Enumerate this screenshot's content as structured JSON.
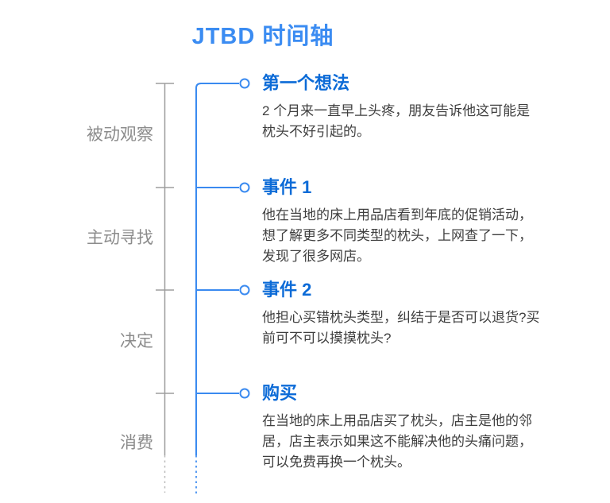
{
  "title": "JTBD 时间轴",
  "colors": {
    "title_blue": "#3b8cf2",
    "spine_blue": "#3a8af0",
    "event_title_blue": "#0c6bd7",
    "axis_gray": "#9d9d9d",
    "stage_label_gray": "#8c8c8c",
    "body_text": "#3f3f3f"
  },
  "stages": [
    {
      "label": "被动观察"
    },
    {
      "label": "主动寻找"
    },
    {
      "label": "决定"
    },
    {
      "label": "消费"
    }
  ],
  "events": [
    {
      "title": "第一个想法",
      "description": "2 个月来一直早上头疼，朋友告诉他这可能是\n枕头不好引起的。"
    },
    {
      "title": "事件 1",
      "description": "他在当地的床上用品店看到年底的促销活动，\n想了解更多不同类型的枕头，上网查了一下，\n发现了很多网店。"
    },
    {
      "title": "事件 2",
      "description": "他担心买错枕头类型，纠结于是否可以退货?买\n前可不可以摸摸枕头?"
    },
    {
      "title": "购买",
      "description": "在当地的床上用品店买了枕头，店主是他的邻\n居，店主表示如果这不能解决他的头痛问题，\n可以免费再换一个枕头。"
    }
  ]
}
